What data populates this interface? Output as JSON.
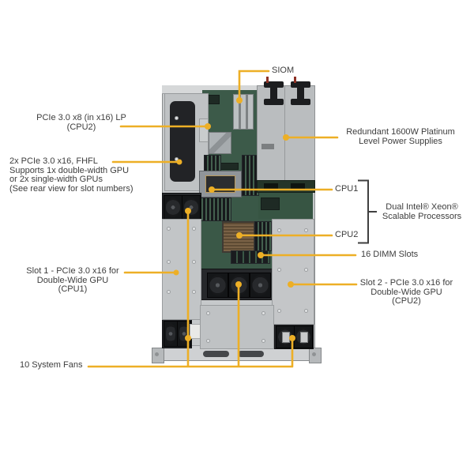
{
  "figure": {
    "kind": "annotated-server-top-view-diagram",
    "background": "#ffffff",
    "accent_color": "#EDAF26",
    "label_color": "#3d3d3d"
  },
  "callouts": {
    "siom": {
      "label": "SIOM"
    },
    "pcie_lp": {
      "line1": "PCIe 3.0 x8 (in x16) LP",
      "line2": "(CPU2)"
    },
    "power": {
      "line1": "Redundant 1600W Platinum",
      "line2": "Level Power Supplies"
    },
    "pcie_fhfl": {
      "line1": "2x PCIe 3.0 x16, FHFL",
      "line2": "Supports 1x double-width GPU",
      "line3": "or 2x single-width GPUs",
      "line4": "(See rear view for slot numbers)"
    },
    "cpu1": {
      "label": "CPU1"
    },
    "cpu2": {
      "label": "CPU2"
    },
    "processors": {
      "line1": "Dual Intel® Xeon®",
      "line2": "Scalable Processors"
    },
    "dimm": {
      "label": "16 DIMM Slots"
    },
    "slot2": {
      "line1": "Slot 2 - PCIe 3.0 x16 for",
      "line2": "Double-Wide GPU",
      "line3": "(CPU2)"
    },
    "slot1": {
      "line1": "Slot 1 - PCIe 3.0 x16 for",
      "line2": "Double-Wide GPU",
      "line3": "(CPU1)"
    },
    "fans": {
      "label": "10 System Fans"
    }
  }
}
